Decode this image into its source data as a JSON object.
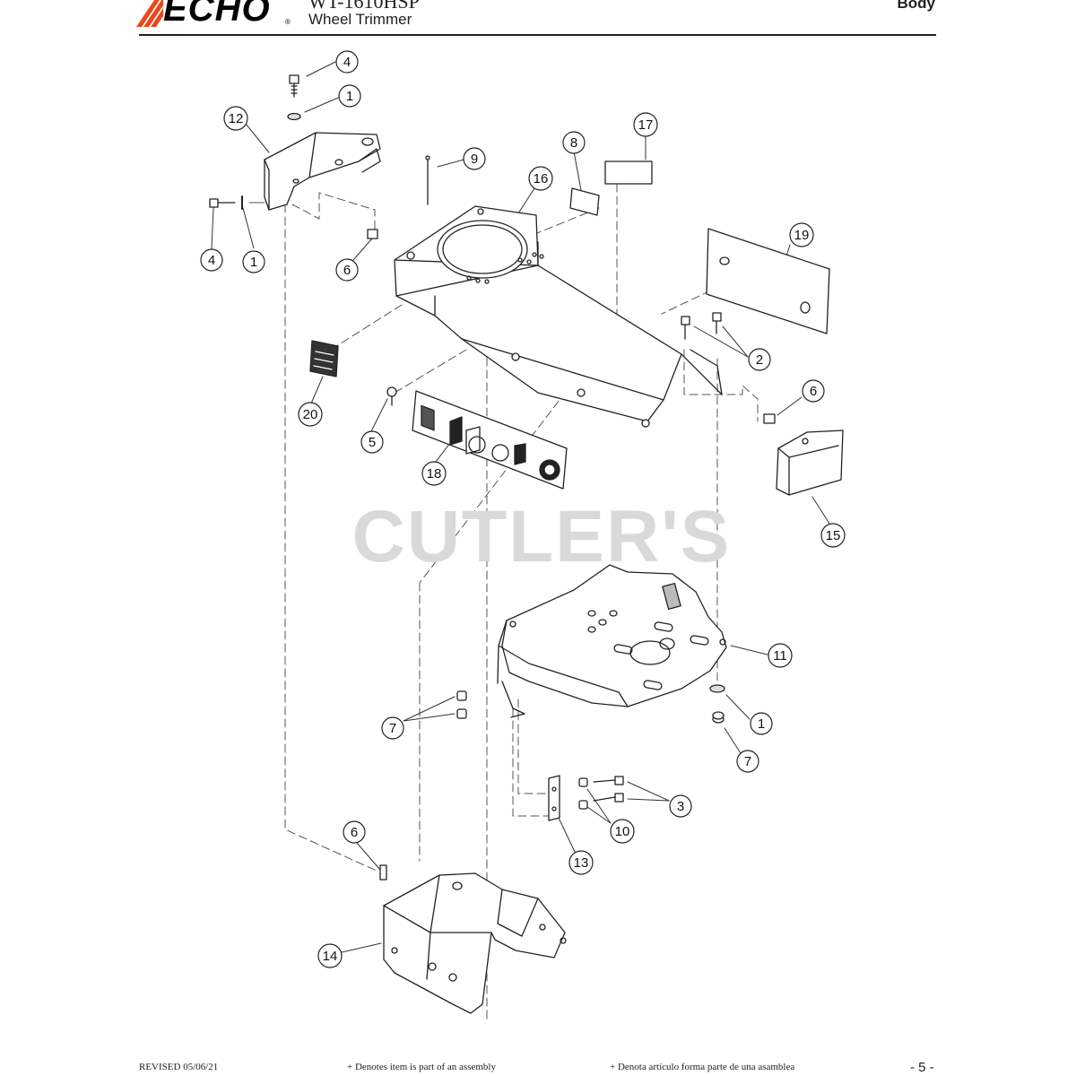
{
  "header": {
    "brand": "ECHO",
    "registered": "®",
    "model": "WT-1610HSP",
    "subtitle": "Wheel Trimmer",
    "section": "Body"
  },
  "watermark": "CUTLER'S",
  "callouts": [
    {
      "id": "c4a",
      "label": "4"
    },
    {
      "id": "c1a",
      "label": "1"
    },
    {
      "id": "c12",
      "label": "12"
    },
    {
      "id": "c9",
      "label": "9"
    },
    {
      "id": "c8",
      "label": "8"
    },
    {
      "id": "c17",
      "label": "17"
    },
    {
      "id": "c16",
      "label": "16"
    },
    {
      "id": "c4b",
      "label": "4"
    },
    {
      "id": "c1b",
      "label": "1"
    },
    {
      "id": "c6a",
      "label": "6"
    },
    {
      "id": "c19",
      "label": "19"
    },
    {
      "id": "c2",
      "label": "2"
    },
    {
      "id": "c20",
      "label": "20"
    },
    {
      "id": "c6b",
      "label": "6"
    },
    {
      "id": "c5",
      "label": "5"
    },
    {
      "id": "c18",
      "label": "18"
    },
    {
      "id": "c15",
      "label": "15"
    },
    {
      "id": "c11",
      "label": "11"
    },
    {
      "id": "c7a",
      "label": "7"
    },
    {
      "id": "c1c",
      "label": "1"
    },
    {
      "id": "c7b",
      "label": "7"
    },
    {
      "id": "c3",
      "label": "3"
    },
    {
      "id": "c10",
      "label": "10"
    },
    {
      "id": "c6c",
      "label": "6"
    },
    {
      "id": "c13",
      "label": "13"
    },
    {
      "id": "c14",
      "label": "14"
    }
  ],
  "footer": {
    "revised": "REVISED 05/06/21",
    "note_en": "+ Denotes item is part of an assembly",
    "note_es": "+ Denota artículo forma parte de una asamblea",
    "page": "- 5 -"
  }
}
